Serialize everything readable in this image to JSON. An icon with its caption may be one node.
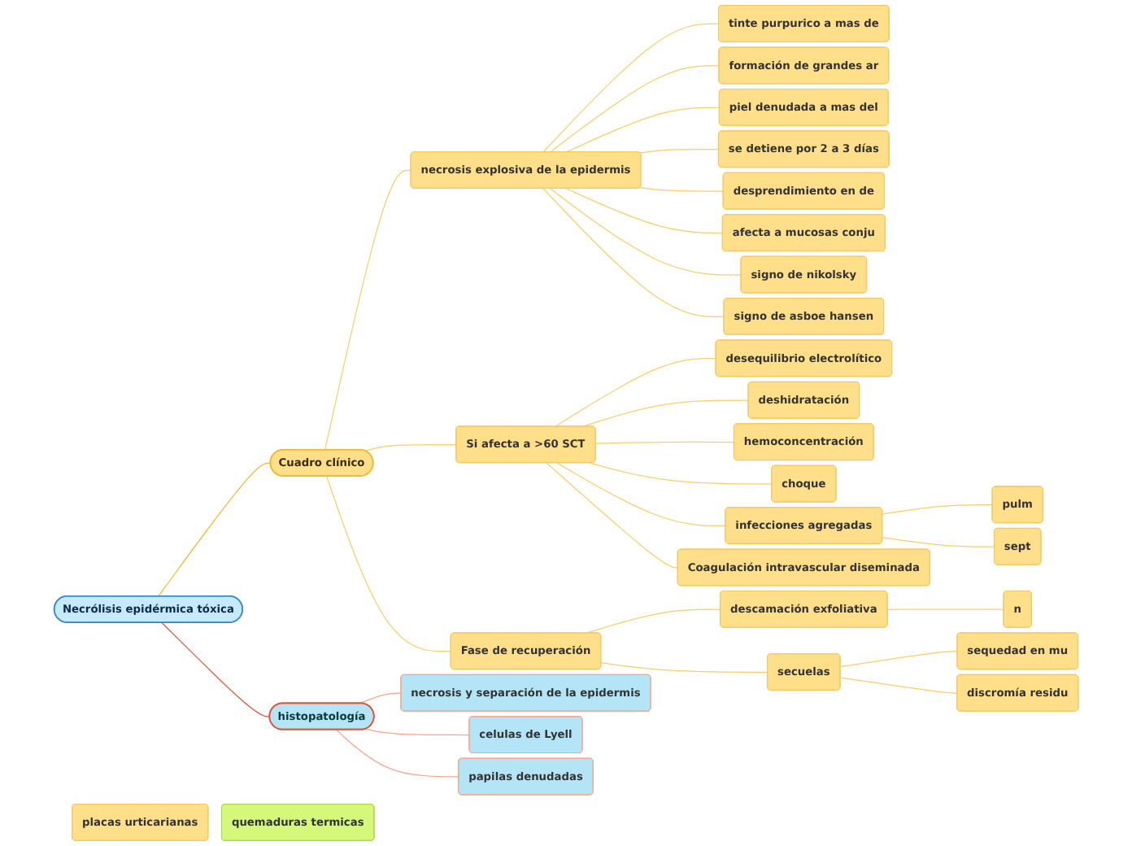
{
  "diagram": {
    "nodes": [
      {
        "text": [
          "Necrólisis epidérmica tóxica"
        ]
      },
      {
        "text": [
          "Cuadro clínico"
        ]
      },
      {
        "text": [
          "placas urticarianas"
        ]
      },
      {
        "text": [
          "necrosis explosiva de la epidermis"
        ]
      },
      {
        "text": [
          "tinte purpurico a mas de"
        ]
      },
      {
        "text": [
          "formación de grandes ar"
        ]
      },
      {
        "text": [
          "piel denudada a mas del"
        ]
      },
      {
        "text": [
          "se detiene por 2 a 3 días"
        ]
      },
      {
        "text": [
          "desprendimiento en de"
        ]
      },
      {
        "text": [
          "afecta a mucosas conju"
        ]
      },
      {
        "text": [
          "signo de nikolsky"
        ]
      },
      {
        "text": [
          "signo de asboe hansen"
        ]
      },
      {
        "text": [
          "Si afecta a >60 SCT"
        ]
      },
      {
        "text": [
          "desequilibrio electrolítico"
        ]
      },
      {
        "text": [
          "deshidratación"
        ]
      },
      {
        "text": [
          "hemoconcentración"
        ]
      },
      {
        "text": [
          "choque"
        ]
      },
      {
        "text": [
          "infecciones agregadas"
        ]
      },
      {
        "text": [
          "pulm"
        ]
      },
      {
        "text": [
          "sept"
        ]
      },
      {
        "text": [
          "Coagulación intravascular diseminada"
        ]
      },
      {
        "text": [
          "Fase de recuperación"
        ]
      },
      {
        "text": [
          "descamación exfoliativa"
        ]
      },
      {
        "text": [
          "n"
        ]
      },
      {
        "text": [
          "secuelas"
        ]
      },
      {
        "text": [
          "sequedad en mu"
        ]
      },
      {
        "text": [
          "discromía residu"
        ]
      },
      {
        "text": [
          "histopatología"
        ]
      },
      {
        "text": [
          "necrosis y separación de la epidermis"
        ]
      },
      {
        "text": [
          "celulas de Lyell"
        ]
      },
      {
        "text": [
          "papilas denudadas"
        ]
      },
      {
        "text": [
          "quemaduras termicas"
        ]
      }
    ],
    "edges": [
      {
        "from": 0,
        "to": 1,
        "arrow": "none",
        "color": "#f5b82e"
      },
      {
        "from": 0,
        "to": 27,
        "arrow": "none",
        "color": "#e0533a"
      },
      {
        "from": 1,
        "to": 3,
        "arrow": "none"
      },
      {
        "from": 1,
        "to": 12,
        "arrow": "none"
      },
      {
        "from": 1,
        "to": 21,
        "arrow": "none"
      },
      {
        "from": 3,
        "to": 4,
        "arrow": "none"
      },
      {
        "from": 3,
        "to": 5,
        "arrow": "none"
      },
      {
        "from": 3,
        "to": 6,
        "arrow": "none"
      },
      {
        "from": 3,
        "to": 7,
        "arrow": "none"
      },
      {
        "from": 3,
        "to": 8,
        "arrow": "none"
      },
      {
        "from": 3,
        "to": 9,
        "arrow": "none"
      },
      {
        "from": 3,
        "to": 10,
        "arrow": "none"
      },
      {
        "from": 3,
        "to": 11,
        "arrow": "none"
      },
      {
        "from": 12,
        "to": 13,
        "arrow": "none"
      },
      {
        "from": 12,
        "to": 14,
        "arrow": "none"
      },
      {
        "from": 12,
        "to": 15,
        "arrow": "none"
      },
      {
        "from": 12,
        "to": 16,
        "arrow": "none"
      },
      {
        "from": 12,
        "to": 17,
        "arrow": "none"
      },
      {
        "from": 12,
        "to": 20,
        "arrow": "none"
      },
      {
        "from": 17,
        "to": 18,
        "arrow": "none"
      },
      {
        "from": 17,
        "to": 19,
        "arrow": "none"
      },
      {
        "from": 21,
        "to": 22,
        "arrow": "none"
      },
      {
        "from": 21,
        "to": 24,
        "arrow": "none"
      },
      {
        "from": 22,
        "to": 23,
        "arrow": "none"
      },
      {
        "from": 24,
        "to": 25,
        "arrow": "none"
      },
      {
        "from": 24,
        "to": 26,
        "arrow": "none"
      },
      {
        "from": 27,
        "to": 28,
        "arrow": "none",
        "color": "#f4a58a"
      },
      {
        "from": 27,
        "to": 29,
        "arrow": "none",
        "color": "#f4a58a"
      },
      {
        "from": 27,
        "to": 30,
        "arrow": "none",
        "color": "#f4a58a"
      }
    ]
  }
}
